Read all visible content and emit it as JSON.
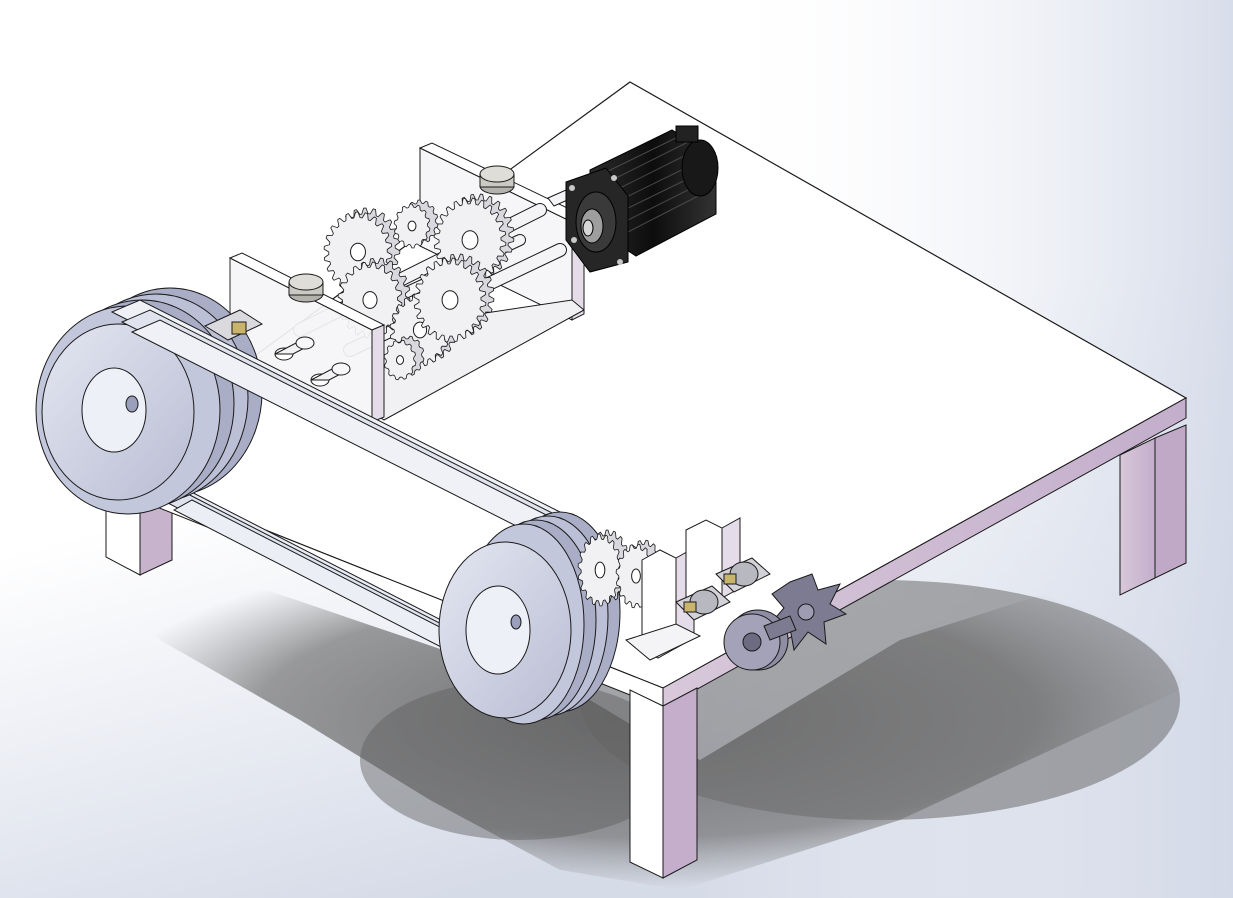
{
  "scene": {
    "kind": "isometric CAD assembly render",
    "colors": {
      "background_top": "#ffffff",
      "background_bottom": "#d6dbe8",
      "table_top": "#ffffff",
      "table_side": "#c9b7cc",
      "table_leg_front": "#ffffff",
      "table_leg_side": "#c4aecb",
      "shadow": "#6e6e6e",
      "outline": "#1a1a1a",
      "pulley_face": "#cfd3e4",
      "pulley_rim": "#a9aec6",
      "pulley_bore": "#eef0f8",
      "belt": "#e6e8f2",
      "gear": "#f1f1f4",
      "gear_plate": "#f6f6f8",
      "shaft": "#f4f4f6",
      "motor_body": "#141414",
      "motor_flange": "#2a2a2a",
      "motor_accent": "#bcbcbc",
      "bolt": "#cbc9c4",
      "coupling_brass": "#c8b46a",
      "geneva": "#7c7b92"
    },
    "components": [
      {
        "id": "table",
        "label": ""
      },
      {
        "id": "gearbox",
        "label": ""
      },
      {
        "id": "servo-motor",
        "label": ""
      },
      {
        "id": "belt-drive",
        "label": ""
      },
      {
        "id": "bearing-blocks",
        "label": ""
      },
      {
        "id": "geneva-mechanism",
        "label": ""
      }
    ]
  }
}
